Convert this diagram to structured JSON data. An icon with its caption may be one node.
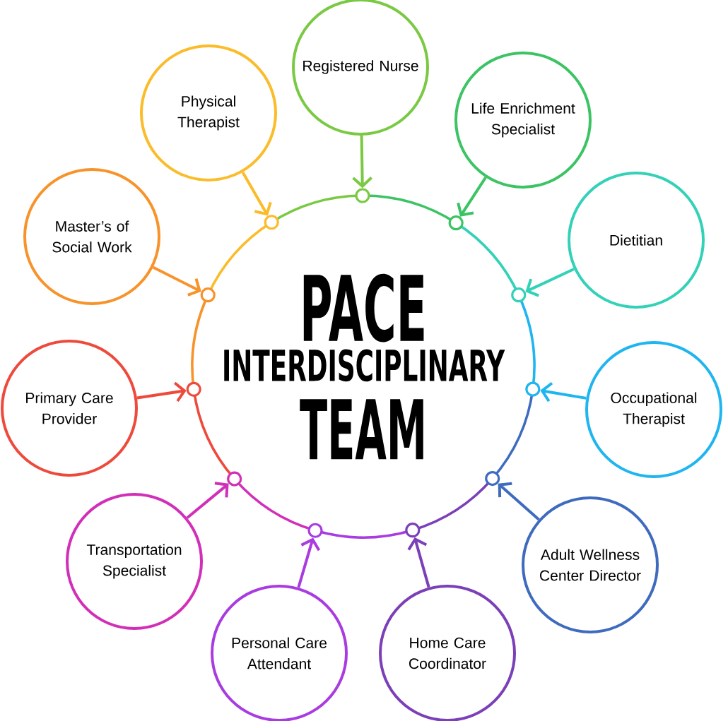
{
  "diagram": {
    "nodes": [
      {
        "text": [
          "PACE",
          "INTERDISCIPLINARY",
          "TEAM"
        ]
      },
      {
        "text": [
          "Registered Nurse"
        ]
      },
      {
        "text": [
          "Life Enrichment Specialist"
        ]
      },
      {
        "text": [
          "Dietitian"
        ]
      },
      {
        "text": [
          "Occupational Therapist"
        ]
      },
      {
        "text": [
          "Adult Wellness Center Director"
        ]
      },
      {
        "text": [
          "Home Care Coordinator"
        ]
      },
      {
        "text": [
          "Personal Care Attendant"
        ]
      },
      {
        "text": [
          "Transportation Specialist"
        ]
      },
      {
        "text": [
          "Primary Care Provider"
        ]
      },
      {
        "text": [
          "Master’s of Social Work"
        ]
      },
      {
        "text": [
          "Physical Therapist"
        ]
      },
      {
        "text": [],
        "shape": "circle"
      },
      {
        "text": [],
        "shape": "circle"
      },
      {
        "text": [],
        "shape": "circle"
      },
      {
        "text": [],
        "shape": "circle"
      },
      {
        "text": [],
        "shape": "circle"
      },
      {
        "text": [],
        "shape": "circle"
      },
      {
        "text": [],
        "shape": "circle"
      },
      {
        "text": [],
        "shape": "circle"
      },
      {
        "text": [],
        "shape": "circle"
      },
      {
        "text": [],
        "shape": "circle"
      },
      {
        "text": [],
        "shape": "circle"
      }
    ],
    "edges": [
      {
        "from": 1,
        "to": 12,
        "arrow": "to",
        "color": "#7ac943"
      },
      {
        "from": 2,
        "to": 13,
        "arrow": "to",
        "color": "#3cc464"
      },
      {
        "from": 3,
        "to": 14,
        "arrow": "to",
        "color": "#33d1b8"
      },
      {
        "from": 4,
        "to": 15,
        "arrow": "to",
        "color": "#1fb5f0"
      },
      {
        "from": 5,
        "to": 16,
        "arrow": "to",
        "color": "#3f6bbf"
      },
      {
        "from": 6,
        "to": 17,
        "arrow": "to",
        "color": "#7b3fb8"
      },
      {
        "from": 7,
        "to": 18,
        "arrow": "to",
        "color": "#a93ce0"
      },
      {
        "from": 8,
        "to": 19,
        "arrow": "to",
        "color": "#d12fb8"
      },
      {
        "from": 9,
        "to": 20,
        "arrow": "to",
        "color": "#ee4a3c"
      },
      {
        "from": 10,
        "to": 21,
        "arrow": "to",
        "color": "#f7932a"
      },
      {
        "from": 11,
        "to": 22,
        "arrow": "to",
        "color": "#fbbc2a"
      }
    ]
  }
}
